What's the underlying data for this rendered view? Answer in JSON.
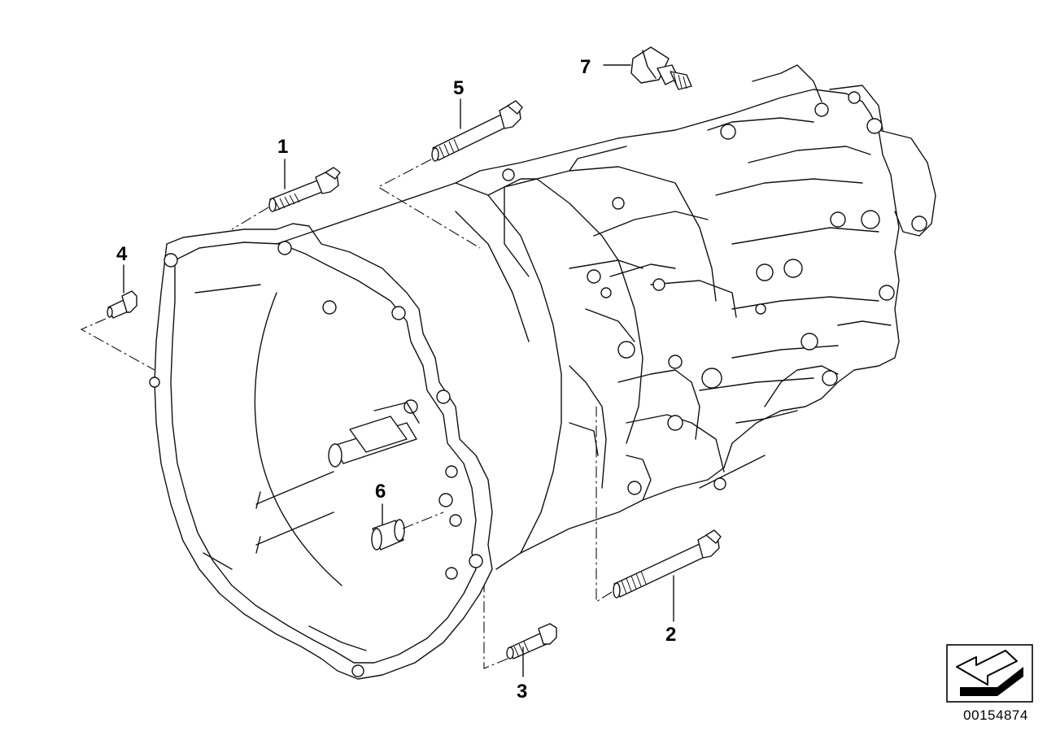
{
  "diagram": {
    "callouts": [
      {
        "id": "1",
        "label": "1"
      },
      {
        "id": "2",
        "label": "2"
      },
      {
        "id": "3",
        "label": "3"
      },
      {
        "id": "4",
        "label": "4"
      },
      {
        "id": "5",
        "label": "5"
      },
      {
        "id": "6",
        "label": "6"
      },
      {
        "id": "7",
        "label": "7"
      }
    ],
    "diagram_id": "00154874",
    "icons": {
      "orientation_marker": "arrow-left-down-icon"
    }
  }
}
